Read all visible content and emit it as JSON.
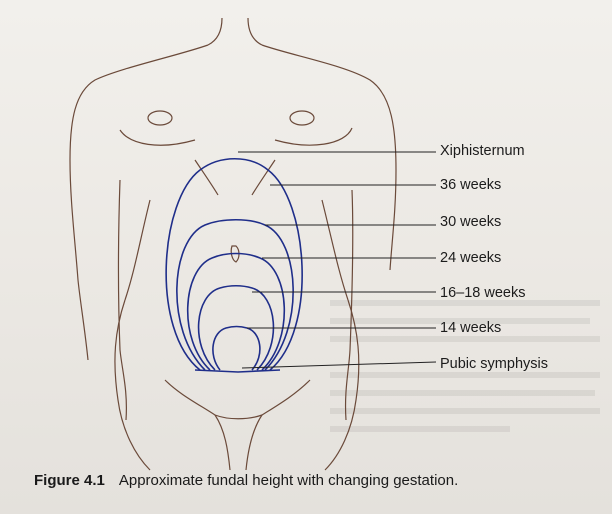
{
  "labels": {
    "xiphisternum": "Xiphisternum",
    "w36": "36 weeks",
    "w30": "30 weeks",
    "w24": "24 weeks",
    "w16_18": "16–18 weeks",
    "w14": "14 weeks",
    "pubic": "Pubic symphysis"
  },
  "caption": {
    "number": "Figure 4.1",
    "text": "Approximate fundal height with changing gestation."
  },
  "colors": {
    "outline": "#6b4a3a",
    "fundal_lines": "#1f2e8a",
    "leader_lines": "#222222"
  }
}
